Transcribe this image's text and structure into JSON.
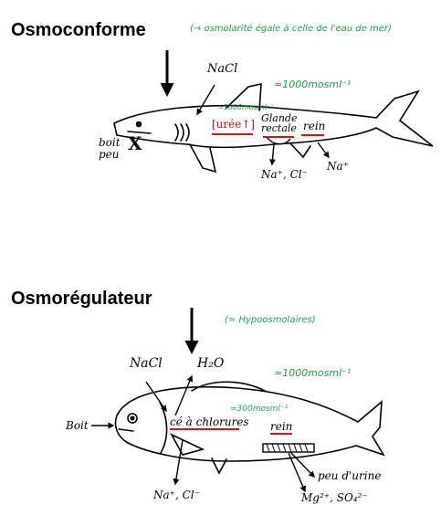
{
  "top": {
    "title": "Osmoconforme",
    "note": "(→ osmolarité égale à celle de l'eau de mer)",
    "nacl": "NaCl",
    "sea_osmol": "≃1000mosml⁻¹",
    "body_osmol": "≃1000mosml⁻¹",
    "uree": "[urée↑]",
    "glande": "Glande rectale",
    "rein": "rein",
    "boit": "boit peu",
    "cross": "X",
    "out1": "Na⁺, Cl⁻",
    "out2": "Na⁺"
  },
  "bottom": {
    "title": "Osmorégulateur",
    "note": "(≃ Hypoosmolaires)",
    "nacl": "NaCl",
    "h2o": "H₂O",
    "sea_osmol": "≃1000mosml⁻¹",
    "body_osmol": "≃300mosml⁻¹",
    "chlorures": "cé à chlorures",
    "rein": "rein",
    "boit": "Boit",
    "out1": "Na⁺, Cl⁻",
    "urine": "peu d'urine",
    "out2": "Mg²⁺, SO₄²⁻"
  },
  "colors": {
    "ink": "#000000",
    "green": "#1aa14a",
    "red": "#d21414"
  }
}
